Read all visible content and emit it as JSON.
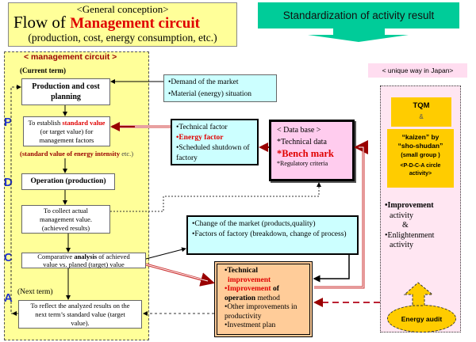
{
  "title": {
    "subtitle": "<General conception>",
    "prefix": "Flow of",
    "main": "Management circuit",
    "scope": "(production, cost, energy consumption,  etc.)"
  },
  "banner": {
    "label": "Standardization of activity result"
  },
  "circuit": {
    "heading": "< management circuit >",
    "current_term": "(Current term)",
    "next_term": "(Next term)",
    "letters": [
      "P",
      "D",
      "C",
      "A"
    ],
    "planning": "Production and cost planning",
    "establish": {
      "pre": "To establish",
      "red1": "standard",
      "red2": "value",
      "post": "(or target value) for management factors"
    },
    "intensity": {
      "red": "(standard value of energy intensity",
      "post": "etc.)"
    },
    "operation": "Operation (production)",
    "collect": "To collect actual management value. (achieved results)",
    "analysis": {
      "pre": "Comparative",
      "bold": "analysis",
      "post": "of achieved value vs. planed (target) value"
    },
    "reflect": "To reflect the analyzed results on the next term’s standard value (target value)."
  },
  "market_box": {
    "items": [
      "•Demand of the market",
      "•Material (energy)  situation"
    ]
  },
  "factor_box": {
    "items": [
      "•Technical factor",
      "•Energy factor",
      "•Scheduled shutdown of factory"
    ]
  },
  "database": {
    "title": "< Data base >",
    "technical": "*Technical data",
    "bench": "*Bench mark",
    "regulatory": "*Regulatory criteria"
  },
  "change_box": {
    "items": [
      "•Change of the market (products,quality)",
      "•Factors of factory (breakdown, change of process)"
    ]
  },
  "improve_box": {
    "tech1": "•Technical",
    "tech2": "improvement",
    "imp_red": "•Improvement",
    "imp_of": "of",
    "op_bold": "operation",
    "op_rest": "method",
    "other": "•Other improvements in productivity",
    "invest": "•Investment plan"
  },
  "japan": {
    "label": "< unique way in Japan>",
    "tqm": "TQM",
    "amp": "&",
    "kaizen1": "“kaizen”  by",
    "kaizen2": "“sho-shudan”",
    "kaizen3": "(small group )",
    "pdca": "<P-D-C-A circle activity>",
    "improvement": "•Improvement",
    "activity1": "activity",
    "amp2": "&",
    "enlightenment": "•Enlightenment",
    "activity2": "activity",
    "audit": "Energy audit"
  }
}
